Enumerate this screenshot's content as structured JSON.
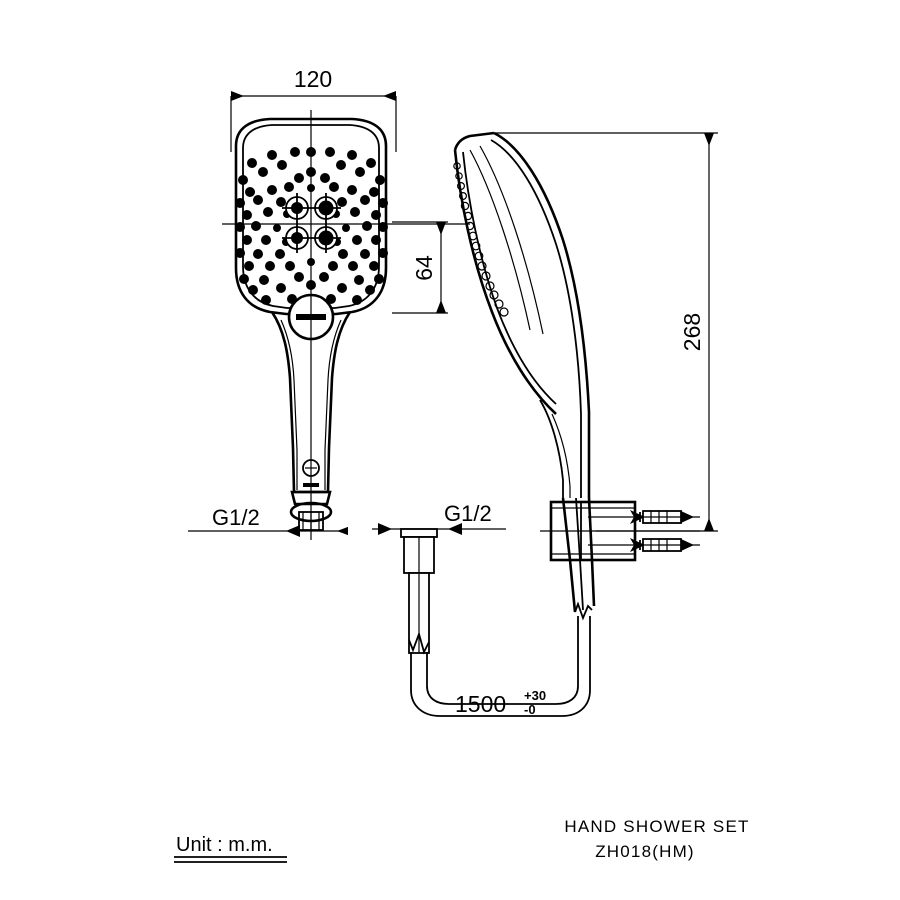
{
  "drawing": {
    "type": "technical-drawing",
    "dimensions": {
      "width_label": "120",
      "jet_span_label": "64",
      "height_label": "268",
      "hose_length_label": "1500",
      "hose_tolerance_plus": "+30",
      "hose_tolerance_minus": "-0"
    },
    "threads": {
      "shower_inlet": "G1/2",
      "hose_outlet": "G1/2"
    },
    "notes": {
      "unit": "Unit : m.m."
    },
    "title_block": {
      "product_name": "HAND  SHOWER  SET",
      "model_code": "ZH018(HM)"
    },
    "colors": {
      "line": "#000000",
      "background": "#ffffff"
    },
    "views": {
      "front_label": "front-view-hand-shower",
      "side_label": "side-view-hand-shower",
      "bracket_label": "wall-bracket-with-anchors",
      "hose_label": "flexible-hose"
    }
  }
}
